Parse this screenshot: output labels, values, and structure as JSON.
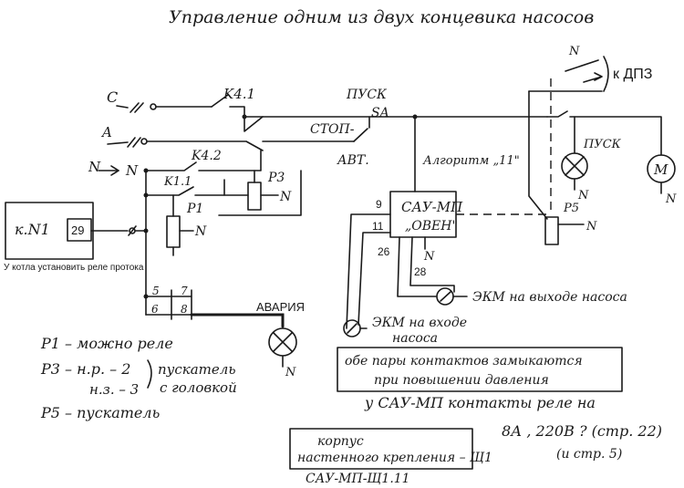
{
  "title": "Управление одним из двух концевика насосов",
  "wires": {
    "c": "C",
    "a": "A",
    "n": "N"
  },
  "contacts": {
    "k41": "K4.1",
    "k42": "K4.2",
    "k11": "K1.1",
    "p1": "P1",
    "p3": "P3",
    "p5": "P5"
  },
  "neutral": "N",
  "switch": {
    "pusk": "ПУСК",
    "sa": "SA",
    "stop": "СТОП-",
    "avt": "АВТ."
  },
  "algorithm": "Алгоритм „11\"",
  "dpz": "к ДПЗ",
  "lamp_pusk": "ПУСК",
  "motor": "M",
  "kn1": {
    "label": "к.N1",
    "terminal": "29"
  },
  "kotel_note": "У котла установить реле протока",
  "sau": {
    "line1": "САУ-МП",
    "line2": "„ОВЕН\"",
    "t9": "9",
    "t11": "11",
    "t26": "26",
    "t28": "28"
  },
  "terminals": {
    "t5": "5",
    "t6": "6",
    "t7": "7",
    "t8": "8"
  },
  "avaria": "АВАРИЯ",
  "ekm_out": "ЭКМ на выходе насоса",
  "ekm_in_1": "ЭКМ на входе",
  "ekm_in_2": "насоса",
  "note_box_1": "обе пары контактов замыкаются",
  "note_box_2": "при повышении давления",
  "legend": {
    "p1": "P1 – можно реле",
    "p3_a": "P3 – н.р. – 2",
    "p3_b": "н.з. – 3",
    "p3_c": "пускатель",
    "p3_d": "с головкой",
    "p5": "P5 – пускатель"
  },
  "relay_note_1": "у САУ-МП контакты реле на",
  "relay_note_2": "8А , 220В ? (стр. 22)",
  "relay_note_3": "(и стр. 5)",
  "housing_1": "корпус",
  "housing_2": "настенного крепления – Щ1",
  "model": "САУ-МП-Щ1.11"
}
